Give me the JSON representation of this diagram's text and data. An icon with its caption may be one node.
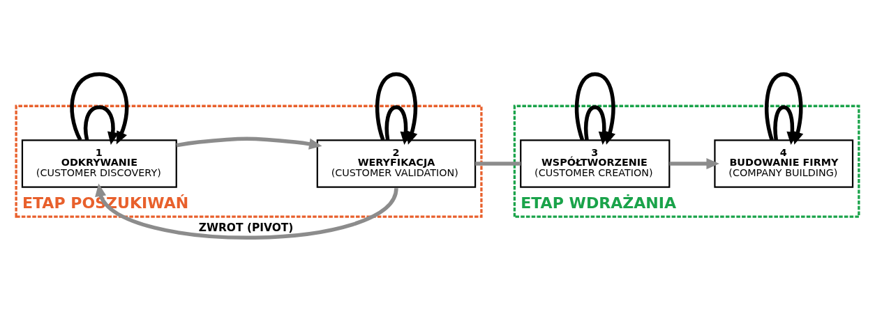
{
  "diagram": {
    "nodes": [
      {
        "text": [
          "ETAP POSZUKIWAŃ"
        ]
      },
      {
        "text": [
          "1",
          "ODKRYWANIE",
          "(CUSTOMER DISCOVERY)"
        ],
        "in": 0
      },
      {
        "text": [
          "2",
          "WERYFIKACJA",
          "(CUSTOMER VALIDATION)"
        ],
        "in": 0
      },
      {
        "text": [
          "ETAP WDRAŻANIA"
        ]
      },
      {
        "text": [
          "3",
          "WSPÓŁTWORZENIE",
          "(CUSTOMER CREATION)"
        ],
        "in": 3
      },
      {
        "text": [
          "4",
          "BUDOWANIE FIRMY",
          "(COMPANY BUILDING)"
        ],
        "in": 3
      }
    ],
    "edges": [
      {
        "from": 1,
        "to": 1,
        "arrow": "to"
      },
      {
        "from": 1,
        "to": 1,
        "arrow": "to"
      },
      {
        "from": 1,
        "to": 2,
        "arrow": "to",
        "color": "#8c8c8c"
      },
      {
        "from": 2,
        "to": 2,
        "arrow": "to"
      },
      {
        "from": 2,
        "to": 2,
        "arrow": "to"
      },
      {
        "from": 2,
        "to": 1,
        "arrow": "to",
        "color": "#8c8c8c",
        "label": "ZWROT (PIVOT)"
      },
      {
        "from": 2,
        "to": 4,
        "arrow": "none",
        "color": "#8c8c8c"
      },
      {
        "from": 4,
        "to": 4,
        "arrow": "to"
      },
      {
        "from": 4,
        "to": 4,
        "arrow": "to"
      },
      {
        "from": 4,
        "to": 5,
        "arrow": "to",
        "color": "#8c8c8c"
      },
      {
        "from": 5,
        "to": 5,
        "arrow": "to"
      },
      {
        "from": 5,
        "to": 5,
        "arrow": "to"
      }
    ]
  }
}
